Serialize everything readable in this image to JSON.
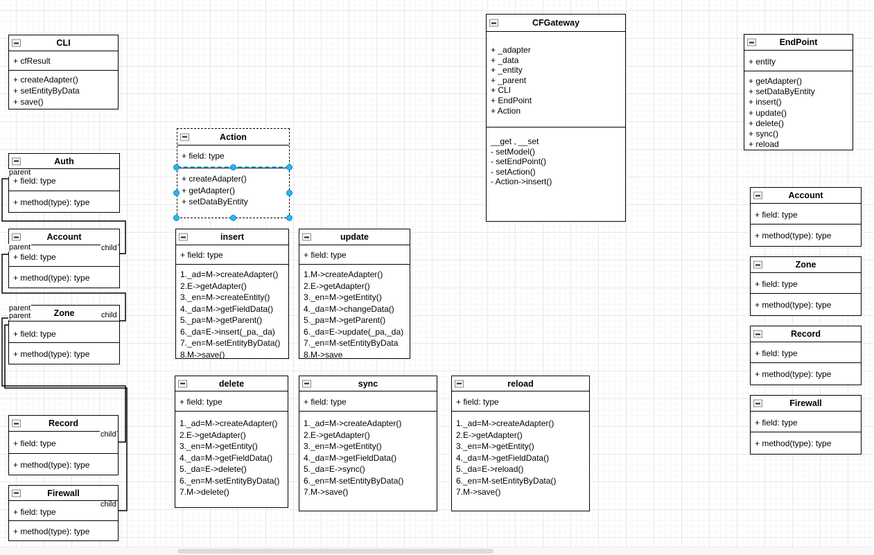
{
  "labels": {
    "parent": "parent",
    "child": "child"
  },
  "colors": {
    "selection": "#29b6f2",
    "box_border": "#000000",
    "box_fill": "#ffffff",
    "grid_major": "#e7e7e7",
    "grid_minor": "#f7f7f7"
  },
  "classes": {
    "cli": {
      "title": "CLI",
      "fields": [
        "+ cfResult"
      ],
      "methods": [
        "+ createAdapter()",
        "+ setEntityByData",
        "+ save()"
      ]
    },
    "auth": {
      "title": "Auth",
      "fields": [
        "+ field: type"
      ],
      "methods": [
        "+ method(type): type"
      ]
    },
    "account_left": {
      "title": "Account",
      "fields": [
        "+ field: type"
      ],
      "methods": [
        "+ method(type): type"
      ]
    },
    "zone_left": {
      "title": "Zone",
      "fields": [
        "+ field: type"
      ],
      "methods": [
        "+ method(type): type"
      ]
    },
    "record_left": {
      "title": "Record",
      "fields": [
        "+ field: type"
      ],
      "methods": [
        "+ method(type): type"
      ]
    },
    "firewall_left": {
      "title": "Firewall",
      "fields": [
        "+ field: type"
      ],
      "methods": [
        "+ method(type): type"
      ]
    },
    "action": {
      "title": "Action",
      "fields": [
        "+ field: type"
      ],
      "methods": [
        "+ createAdapter()",
        "+ getAdapter()",
        "+ setDataByEntity"
      ]
    },
    "insert": {
      "title": "insert",
      "fields": [
        "+ field: type"
      ],
      "methods": [
        "1._ad=M->createAdapter()",
        "2.E->getAdapter()",
        "3._en=M->createEntity()",
        "4._da=M->getFieldData()",
        "5._pa=M->getParent()",
        "6._da=E->insert(_pa,_da)",
        "7._en=M-setEntityByData()",
        "8.M->save()"
      ]
    },
    "update": {
      "title": "update",
      "fields": [
        "+ field: type"
      ],
      "methods": [
        "1.M->createAdapter()",
        "2.E->getAdapter()",
        "3._en=M->getEntity()",
        "4._da=M->changeData()",
        "5._pa=M->getParent()",
        "6._da=E->update(_pa,_da)",
        "7._en=M-setEntityByData",
        "8.M->save"
      ]
    },
    "delete": {
      "title": "delete",
      "fields": [
        "+ field: type"
      ],
      "methods": [
        "1._ad=M->createAdapter()",
        "2.E->getAdapter()",
        "3._en=M->getEntity()",
        "4._da=M->getFieldData()",
        "5._da=E->delete()",
        "6._en=M-setEntityByData()",
        "7.M->delete()"
      ]
    },
    "sync": {
      "title": "sync",
      "fields": [
        "+ field: type"
      ],
      "methods": [
        "1._ad=M->createAdapter()",
        "2.E->getAdapter()",
        "3._en=M->getEntity()",
        "4._da=M->getFieldData()",
        "5._da=E->sync()",
        "6._en=M-setEntityByData()",
        "7.M->save()"
      ]
    },
    "reload": {
      "title": "reload",
      "fields": [
        "+ field: type"
      ],
      "methods": [
        "1._ad=M->createAdapter()",
        "2.E->getAdapter()",
        "3._en=M->getEntity()",
        "4._da=M->getFieldData()",
        "5._da=E->reload()",
        "6._en=M-setEntityByData()",
        "7.M->save()"
      ]
    },
    "cfgateway": {
      "title": "CFGateway",
      "fields": [
        "+ _adapter",
        "+ _data",
        "+ _entity",
        "+ _parent",
        "+ CLI",
        "+ EndPoint",
        "+ Action"
      ],
      "methods": [
        "__get , __set",
        "- setModel()",
        "- setEndPoint()",
        "- setAction()",
        "- Action->insert()"
      ]
    },
    "endpoint": {
      "title": "EndPoint",
      "fields": [
        "+  entity"
      ],
      "methods": [
        "+ getAdapter()",
        "+ setDataByEntity",
        "+ insert()",
        "+ update()",
        "+ delete()",
        "+ sync()",
        "+ reload"
      ]
    },
    "account_right": {
      "title": "Account",
      "fields": [
        "+ field: type"
      ],
      "methods": [
        "+ method(type): type"
      ]
    },
    "zone_right": {
      "title": "Zone",
      "fields": [
        "+ field: type"
      ],
      "methods": [
        "+ method(type): type"
      ]
    },
    "record_right": {
      "title": "Record",
      "fields": [
        "+ field: type"
      ],
      "methods": [
        "+ method(type): type"
      ]
    },
    "firewall_right": {
      "title": "Firewall",
      "fields": [
        "+ field: type"
      ],
      "methods": [
        "+ method(type): type"
      ]
    }
  }
}
